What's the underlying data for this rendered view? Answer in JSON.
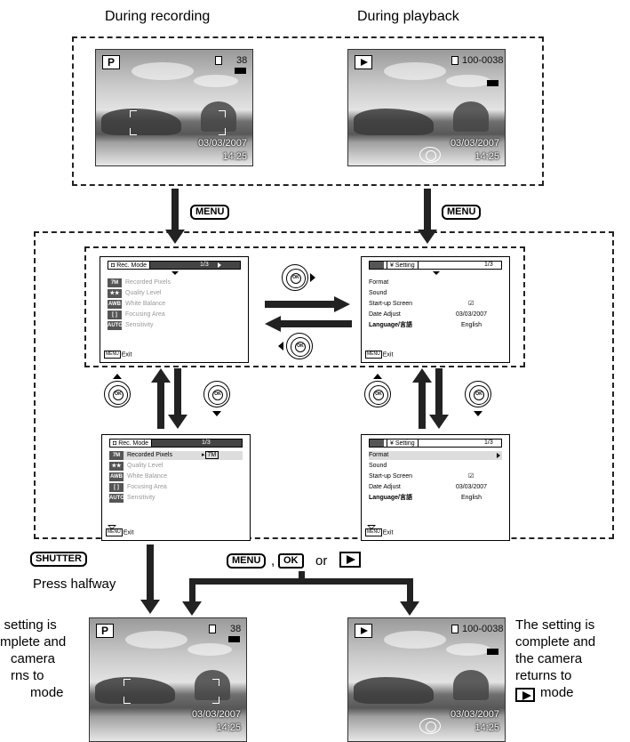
{
  "headings": {
    "recording": "During recording",
    "playback": "During playback"
  },
  "photo_rec": {
    "mode": "P",
    "shots": "38",
    "date": "03/03/2007",
    "time": "14:25"
  },
  "photo_play": {
    "file_no": "100-0038",
    "date": "03/03/2007",
    "time": "14:25"
  },
  "keys": {
    "menu": "MENU",
    "shutter": "SHUTTER",
    "ok": "OK",
    "comma": ",",
    "or": "or"
  },
  "rec_menu": {
    "tab_title": "Rec. Mode",
    "page": "1/3",
    "items": [
      {
        "icon": "7M",
        "label": "Recorded Pixels",
        "value": "7M"
      },
      {
        "icon": "★★",
        "label": "Quality Level"
      },
      {
        "icon": "AWB",
        "label": "White Balance"
      },
      {
        "icon": "[ ]",
        "label": "Focusing Area"
      },
      {
        "icon": "AUTO",
        "label": "Sensitivity"
      }
    ],
    "footer": "Exit",
    "footer_key": "MENU"
  },
  "setting_menu": {
    "tab_title": "Setting",
    "page": "1/3",
    "items": [
      {
        "label": "Format",
        "value": ""
      },
      {
        "label": "Sound",
        "value": ""
      },
      {
        "label": "Start-up Screen",
        "value": "☑"
      },
      {
        "label": "Date Adjust",
        "value": "03/03/2007"
      },
      {
        "label": "Language/言語",
        "value": "English"
      }
    ],
    "footer": "Exit",
    "footer_key": "MENU"
  },
  "press_halfway": "Press halfway",
  "note_left": [
    "e setting is",
    "mplete and",
    "camera",
    "rns to",
    "mode"
  ],
  "note_right": [
    "The setting is",
    "complete and",
    "the camera",
    "returns to",
    "mode"
  ]
}
